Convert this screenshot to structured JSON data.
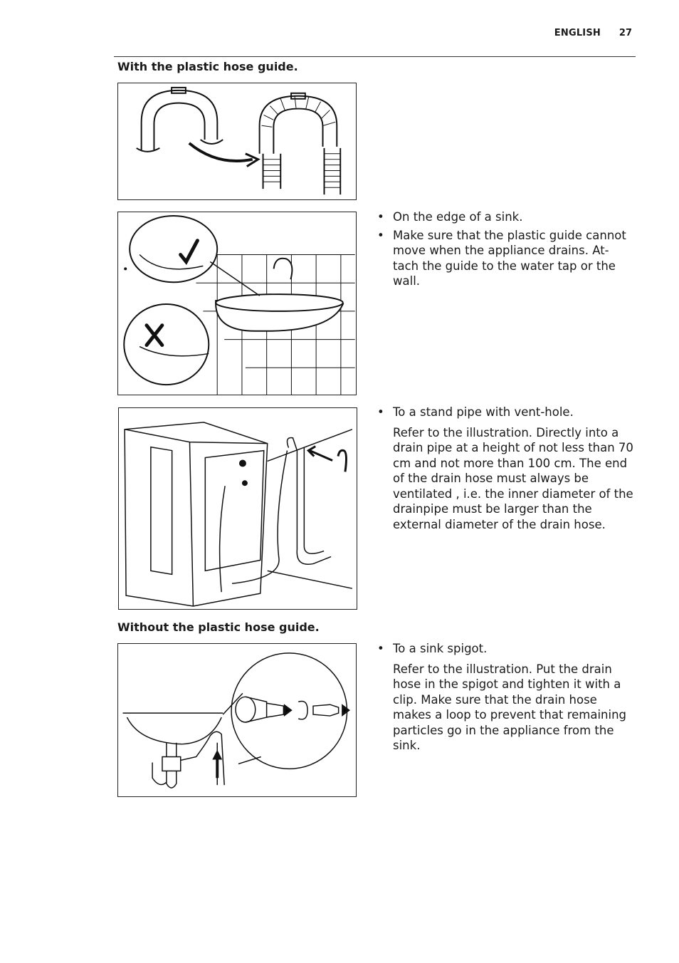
{
  "header": {
    "language": "ENGLISH",
    "page_number": "27"
  },
  "sections": {
    "with_guide": {
      "heading": "With the plastic hose guide."
    },
    "without_guide": {
      "heading": "Without the plastic hose guide."
    }
  },
  "block_sink_edge": {
    "bullets": [
      "On the edge of a sink.",
      "Make sure that the plastic guide cannot move when the appliance drains. At-tach the guide to the water tap or the wall."
    ]
  },
  "block_stand_pipe": {
    "bullet": "To a stand pipe with vent-hole.",
    "paragraph": "Refer to the illustration. Directly into a drain pipe at a height of not less than 70 cm and not more than 100 cm. The end of the drain hose must always be ventilated , i.e. the inner diameter of the drainpipe must be larger than the external diameter of the drain hose."
  },
  "block_spigot": {
    "bullet": "To a sink spigot.",
    "paragraph": "Refer to the illustration. Put the drain hose in the spigot and tighten it with a clip. Make sure that the drain hose makes a loop to prevent that remaining particles go in the appliance from the sink."
  },
  "figures": {
    "hose_guide": {
      "icon": "hose-guide-illustration"
    },
    "sink_edge": {
      "icon": "sink-edge-illustration"
    },
    "stand_pipe": {
      "icon": "stand-pipe-illustration"
    },
    "spigot": {
      "icon": "sink-spigot-illustration"
    }
  }
}
